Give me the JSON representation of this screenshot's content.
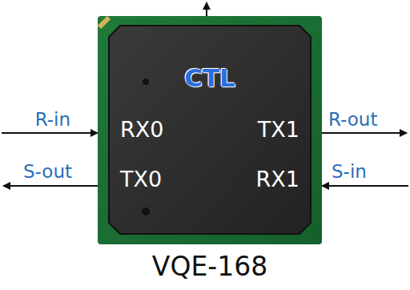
{
  "diagram": {
    "caption": "VQE-168",
    "nodes": [
      {
        "text": [
          "CTL",
          "RX0",
          "TX1",
          "TX0",
          "RX1"
        ]
      }
    ],
    "labels": [
      "R-in",
      "S-out",
      "R-out",
      "S-in"
    ]
  }
}
